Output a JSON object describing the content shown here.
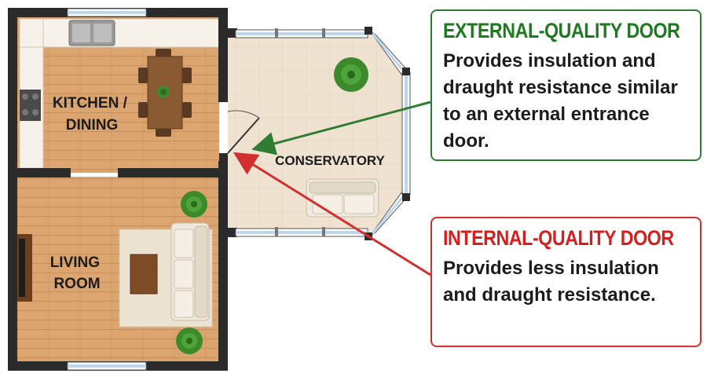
{
  "rooms": {
    "kitchen": [
      "KITCHEN /",
      "DINING"
    ],
    "living": [
      "LIVING",
      "ROOM"
    ],
    "conservatory": "CONSERVATORY"
  },
  "callouts": {
    "external": {
      "title": "EXTERNAL-QUALITY DOOR",
      "text": "Provides insulation and draught resistance similar to an external entrance door.",
      "color": "#2e7d32"
    },
    "internal": {
      "title": "INTERNAL-QUALITY DOOR",
      "text": "Provides less insulation and draught resistance.",
      "color": "#d32f2f"
    }
  },
  "colors": {
    "wall": "#2b2b2b",
    "wood_floor": "#dca46e",
    "tile_floor": "#efe2d1",
    "window_glass": "#bcd6ee"
  }
}
